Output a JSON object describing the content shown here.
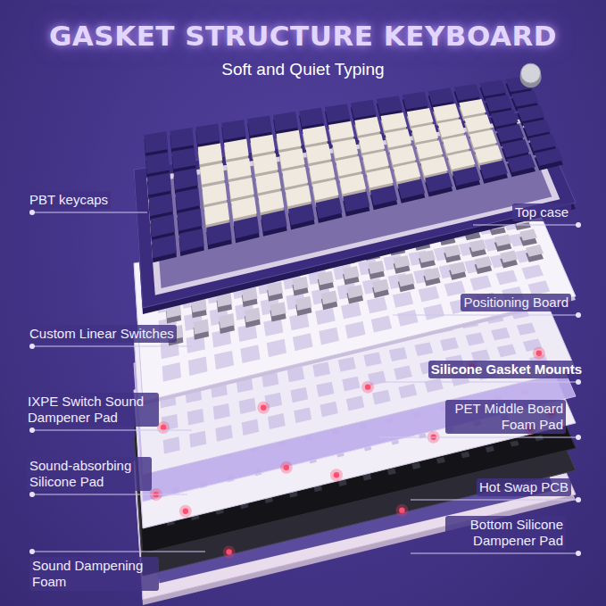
{
  "diagram": {
    "title": "GASKET STRUCTURE KEYBOARD",
    "labels": [
      "Soft and Quiet Typing",
      "PBT keycaps",
      "Top case",
      "Positioning Board",
      "Custom Linear Switches",
      "Silicone Gasket Mounts",
      "IXPE Switch Sound Dampener Pad",
      "PET Middle Board Foam Pad",
      "Sound-absorbing Silicone Pad",
      "Hot Swap PCB",
      "Bottom Silicone Dampener Pad",
      "Sound Dampening Foam"
    ]
  }
}
